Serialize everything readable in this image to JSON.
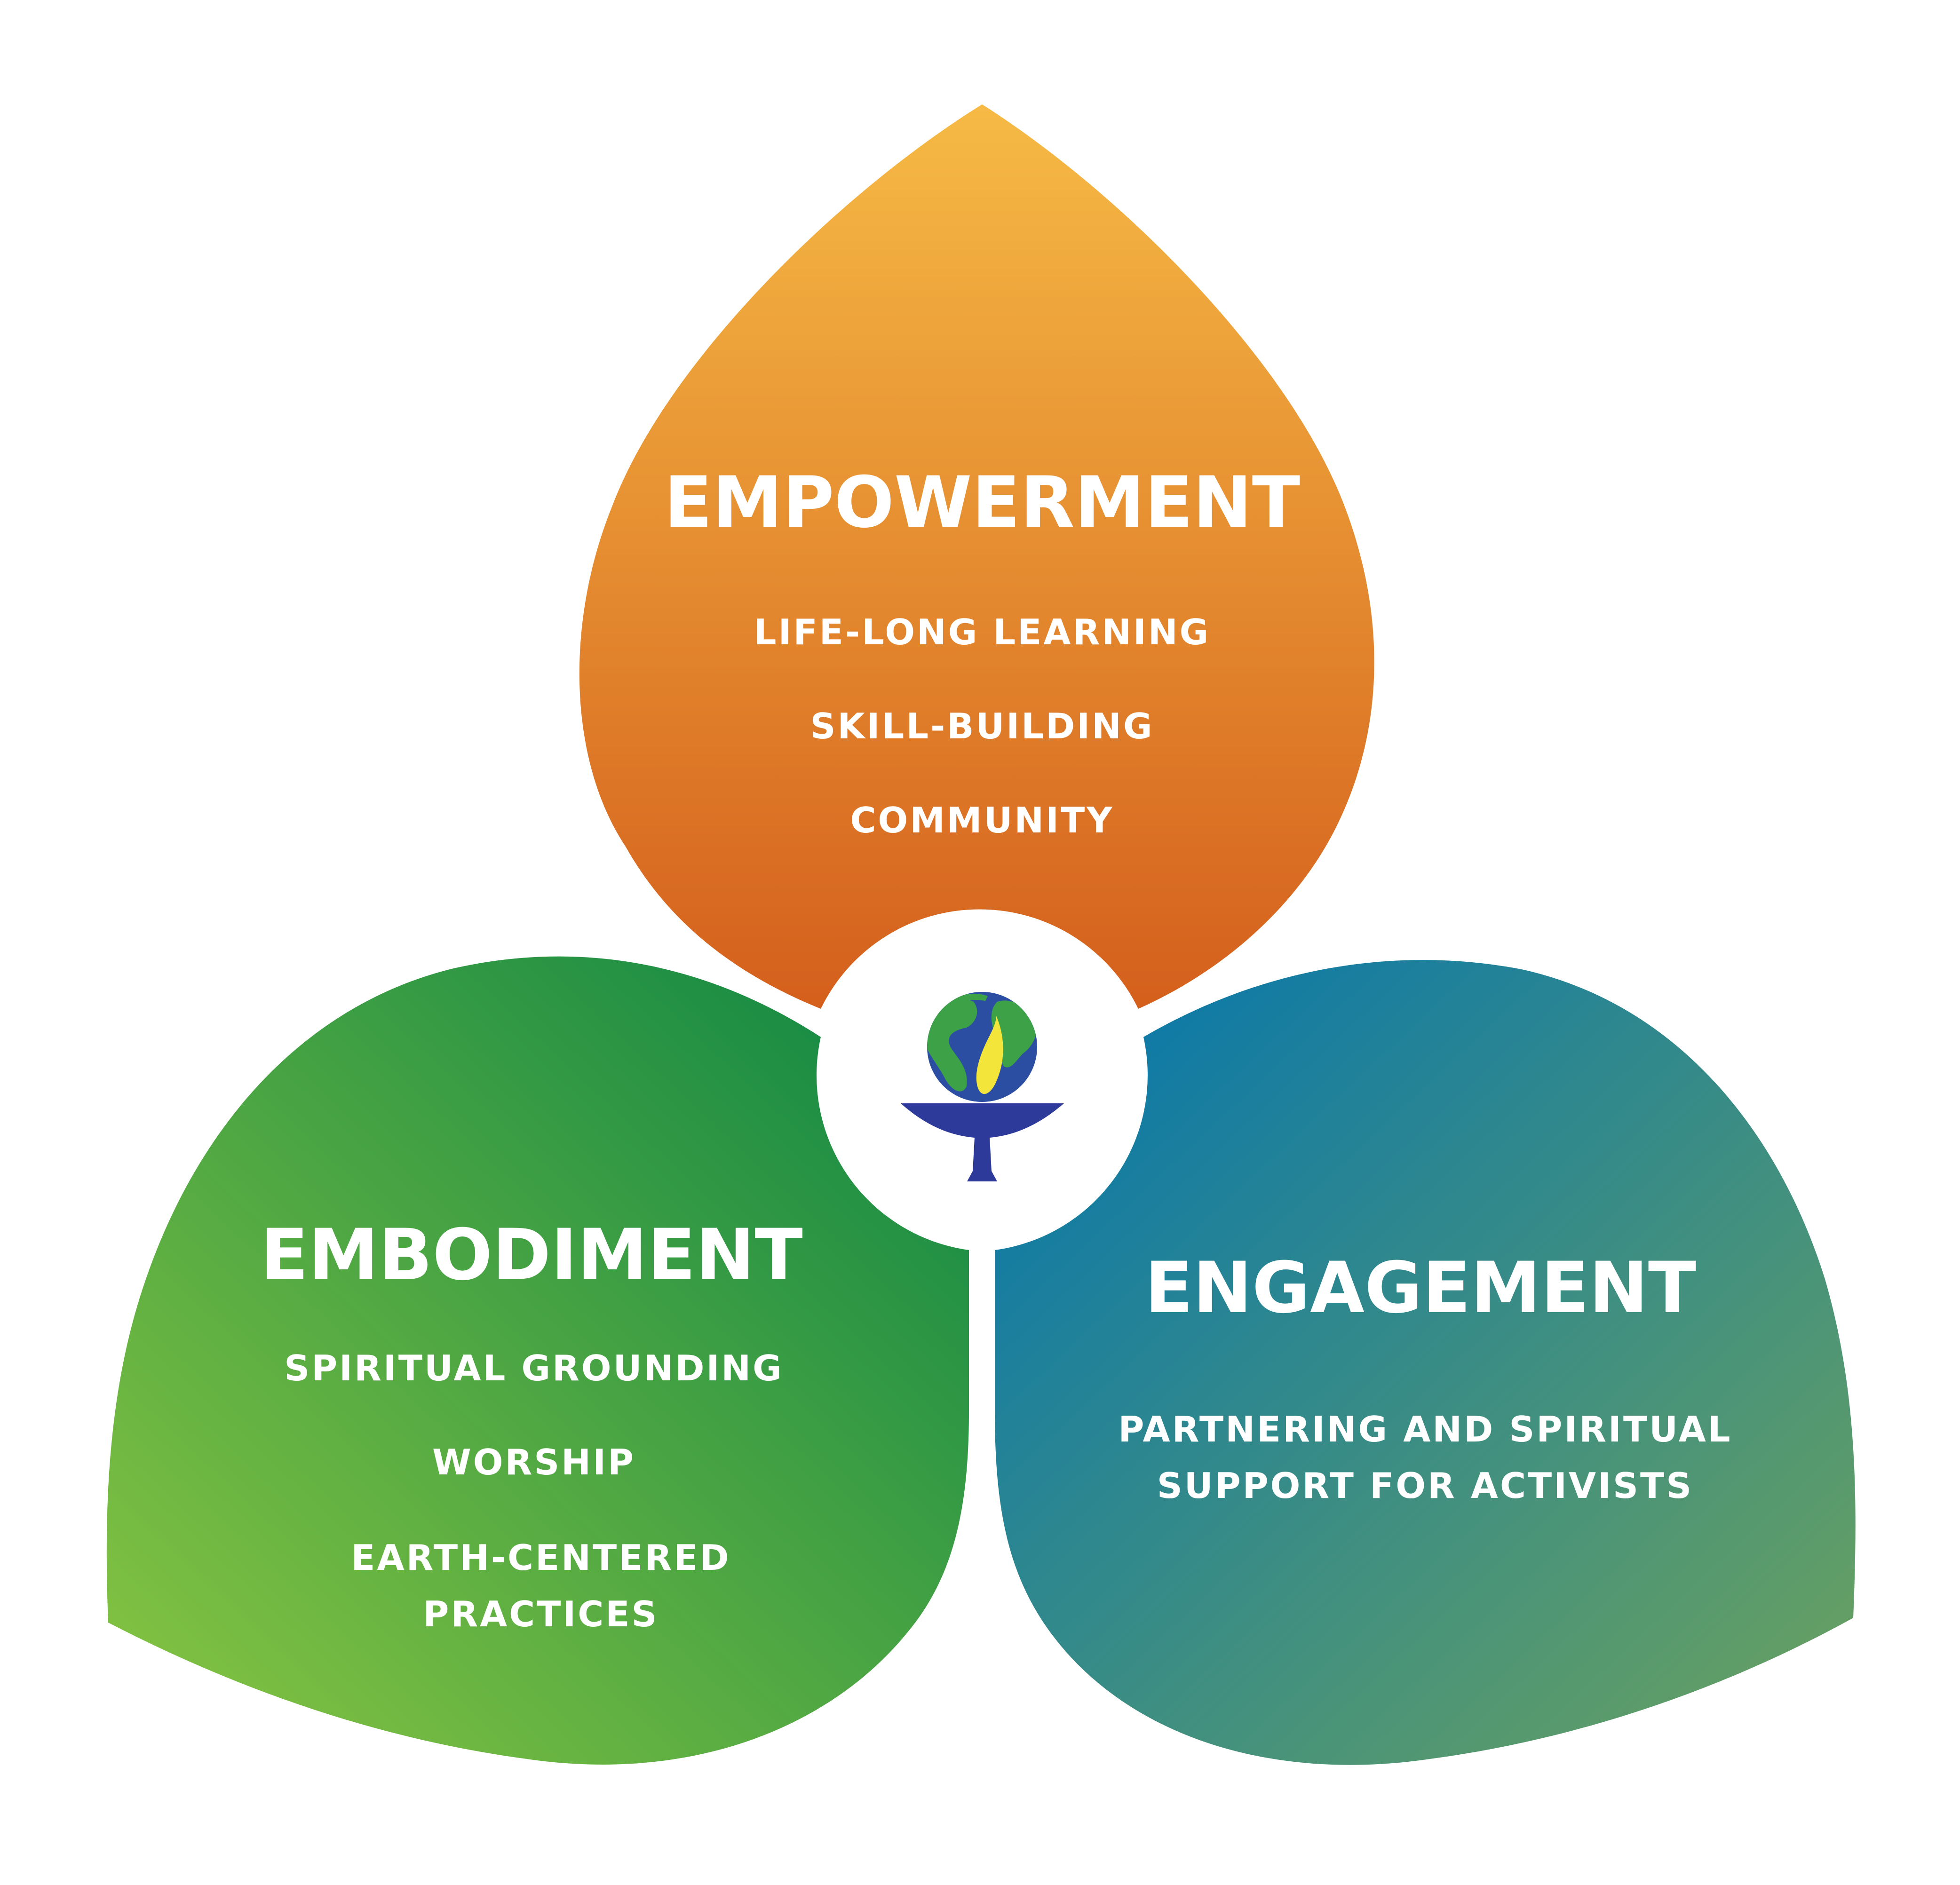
{
  "diagram": {
    "petals": {
      "empowerment": {
        "title": "EMPOWERMENT",
        "items": [
          "LIFE-LONG LEARNING",
          "SKILL-BUILDING",
          "COMMUNITY"
        ],
        "gradient": [
          "#F6BA45",
          "#D45F1C"
        ]
      },
      "embodiment": {
        "title": "EMBODIMENT",
        "items": [
          "SPIRITUAL GROUNDING",
          "WORSHIP",
          "EARTH-CENTERED",
          "PRACTICES"
        ],
        "gradient": [
          "#8BC641",
          "#0A8445"
        ]
      },
      "engagement": {
        "title": "ENGAGEMENT",
        "items": [
          "PARTNERING AND SPIRITUAL",
          "SUPPORT FOR ACTIVISTS"
        ],
        "gradient": [
          "#0274B1",
          "#6DA35D"
        ]
      }
    },
    "center_logo": {
      "icon": "chalice-globe-icon",
      "colors": {
        "chalice": "#2E3A9A",
        "ocean": "#2B4EA2",
        "land": "#3DA148",
        "flame": "#F4E53A"
      }
    }
  }
}
